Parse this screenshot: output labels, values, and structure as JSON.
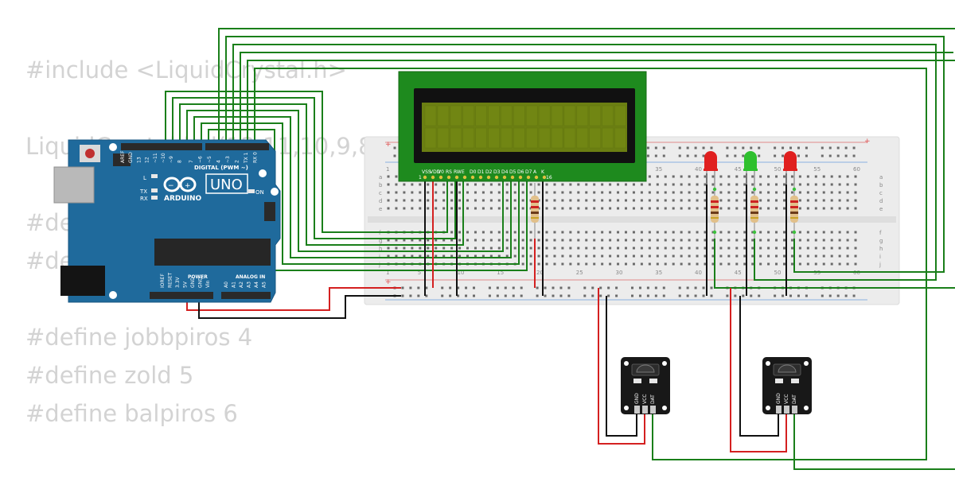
{
  "code_background": [
    {
      "id": "line-include",
      "text": "#include <LiquidCrystal.h>"
    },
    {
      "id": "line-lcd",
      "text": "LiquidCrystal lcd(12,11,10,9,8"
    },
    {
      "id": "line-define-a",
      "text": "#de"
    },
    {
      "id": "line-define-b",
      "text": "#de"
    },
    {
      "id": "line-jobbpiros",
      "text": "#define jobbpiros 4"
    },
    {
      "id": "line-zold",
      "text": "#define zold 5"
    },
    {
      "id": "line-balpiros",
      "text": "#define balpiros 6"
    }
  ],
  "arduino": {
    "brand": "ARDUINO",
    "model": "UNO",
    "on_label": "ON",
    "digital_label": "DIGITAL (PWM ~)",
    "power_label": "POWER",
    "analog_label": "ANALOG IN",
    "l_label": "L",
    "tx_label": "TX",
    "rx_label": "RX",
    "top_pins": [
      "AREF",
      "GND",
      "13",
      "12",
      "~11",
      "~10",
      "~9",
      "8",
      "7",
      "~6",
      "~5",
      "4",
      "~3",
      "2",
      "TX 1",
      "RX 0"
    ],
    "bottom_pins": [
      "IOREF",
      "RESET",
      "3.3V",
      "5V",
      "GND",
      "GND",
      "Vin",
      "A0",
      "A1",
      "A2",
      "A3",
      "A4",
      "A5"
    ]
  },
  "lcd": {
    "pins": [
      "VSS",
      "VDD",
      "V0",
      "RS",
      "RW",
      "E",
      "D0",
      "D1",
      "D2",
      "D3",
      "D4",
      "D5",
      "D6",
      "D7",
      "A",
      "K"
    ],
    "pin_first": "1",
    "pin_last": "16"
  },
  "breadboard": {
    "column_numbers": [
      "1",
      "5",
      "10",
      "15",
      "20",
      "25",
      "30",
      "35",
      "40",
      "45",
      "50",
      "55",
      "60"
    ],
    "rows_top": [
      "a",
      "b",
      "c",
      "d",
      "e"
    ],
    "rows_bottom": [
      "f",
      "g",
      "h",
      "i",
      "j"
    ]
  },
  "leds": [
    {
      "name": "led-red-right",
      "color": "#e02020"
    },
    {
      "name": "led-green",
      "color": "#2ec02e"
    },
    {
      "name": "led-red-left",
      "color": "#e02020"
    }
  ],
  "sensors": [
    {
      "name": "temp-sensor-1",
      "pins": [
        "GND",
        "VCC",
        "DAT"
      ]
    },
    {
      "name": "temp-sensor-2",
      "pins": [
        "GND",
        "VCC",
        "DAT"
      ]
    }
  ],
  "colors": {
    "wire_green": "#1a7f1a",
    "wire_red": "#d42020",
    "wire_black": "#111111",
    "arduino_blue": "#1f6a9c",
    "lcd_green": "#1e8a1e",
    "lcd_screen": "#6b7f12"
  }
}
